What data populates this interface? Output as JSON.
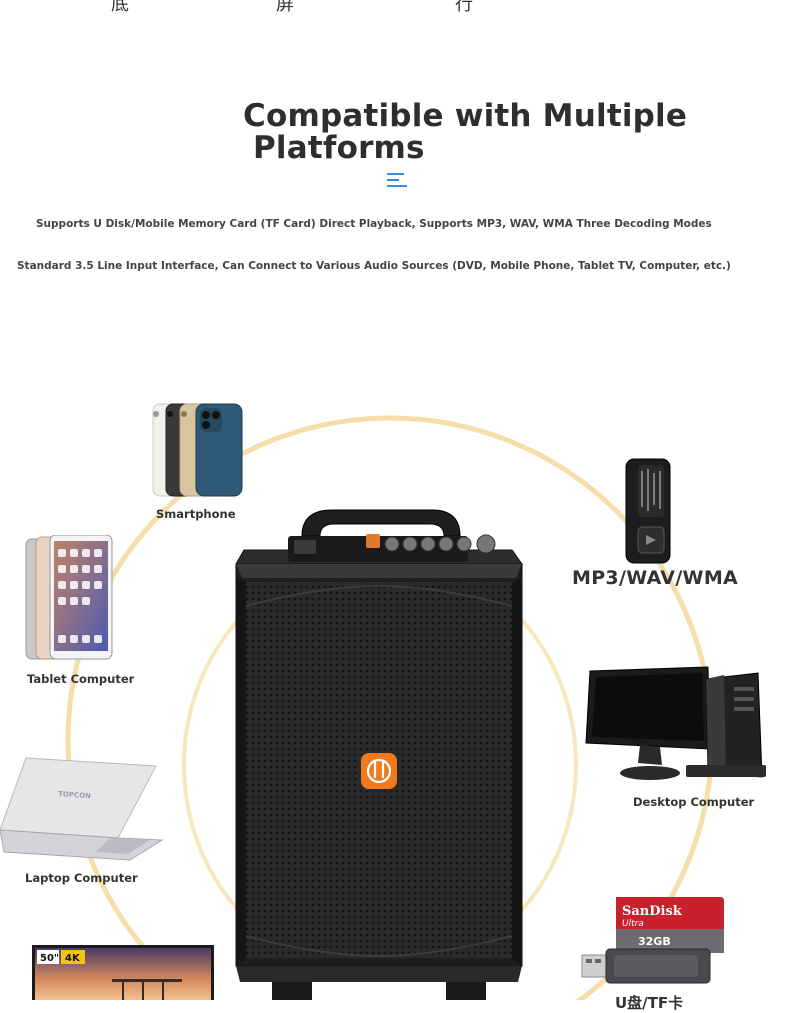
{
  "top_glyphs": [
    "底",
    "屏",
    "行"
  ],
  "heading": {
    "line1": "Compatible with Multiple",
    "line2": "Platforms"
  },
  "features": [
    "Supports U Disk/Mobile Memory Card (TF Card) Direct Playback, Supports MP3, WAV, WMA Three Decoding Modes",
    "Standard 3.5 Line Input Interface, Can Connect to Various Audio Sources (DVD, Mobile Phone, Tablet TV, Computer, etc.)"
  ],
  "devices": {
    "smartphone": "Smartphone",
    "tablet": "Tablet Computer",
    "laptop": "Laptop Computer",
    "mp3": "MP3/WAV/WMA",
    "desktop": "Desktop Computer",
    "storage": "U盘/TF卡"
  },
  "device_text": {
    "laptop_brand": "TOPCON",
    "tv_size": "50\"",
    "tv_res": "4K",
    "sd_brand": "SanDisk",
    "sd_line": "Ultra",
    "sd_capacity": "32GB"
  },
  "colors": {
    "ring": "#f3d89a",
    "accent": "#2f8fe6",
    "speaker_logo": "#f07a1e",
    "sd_red": "#c8202d"
  }
}
